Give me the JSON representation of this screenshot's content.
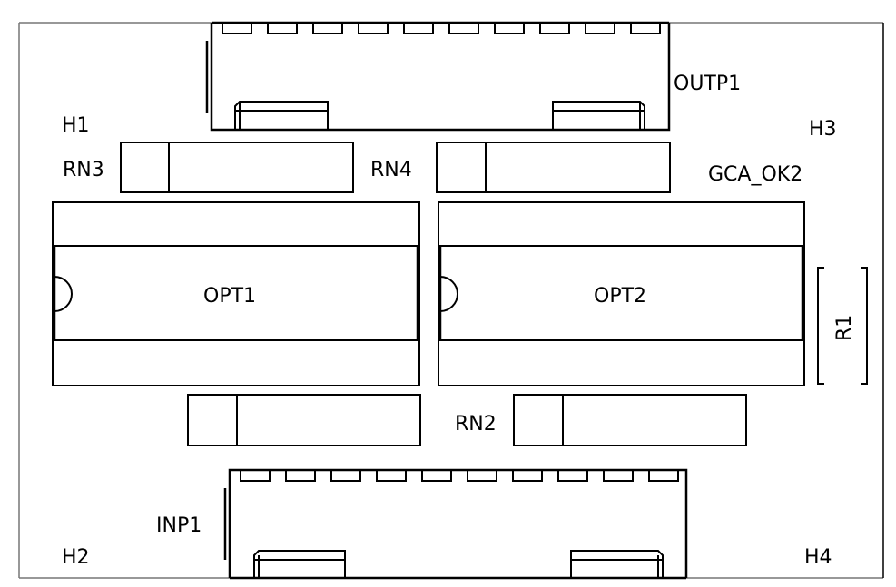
{
  "drawing": {
    "type": "pcb-silkscreen-assembly",
    "colors": {
      "silkscreen": "#000000",
      "board_outline": "#777777",
      "background": "#ffffff"
    }
  },
  "components": {
    "outp1": {
      "ref": "OUTP1",
      "kind": "connector",
      "pins": 10
    },
    "inp1": {
      "ref": "INP1",
      "kind": "connector",
      "pins": 10
    },
    "opt1": {
      "ref": "OPT1",
      "kind": "dip-ic"
    },
    "opt2": {
      "ref": "OPT2",
      "kind": "dip-ic"
    },
    "rn3": {
      "ref": "RN3",
      "kind": "resistor-network"
    },
    "rn4": {
      "ref": "RN4",
      "kind": "resistor-network"
    },
    "rn2": {
      "ref": "RN2",
      "kind": "resistor-network"
    },
    "rn_unlabeled": {
      "ref": "",
      "kind": "resistor-network"
    },
    "r1": {
      "ref": "R1",
      "kind": "resistor"
    },
    "h1": {
      "ref": "H1",
      "kind": "mounting-hole"
    },
    "h2": {
      "ref": "H2",
      "kind": "mounting-hole"
    },
    "h3": {
      "ref": "H3",
      "kind": "mounting-hole"
    },
    "h4": {
      "ref": "H4",
      "kind": "mounting-hole"
    },
    "gca_ok2": {
      "ref": "GCA_OK2",
      "kind": "board-label"
    }
  }
}
